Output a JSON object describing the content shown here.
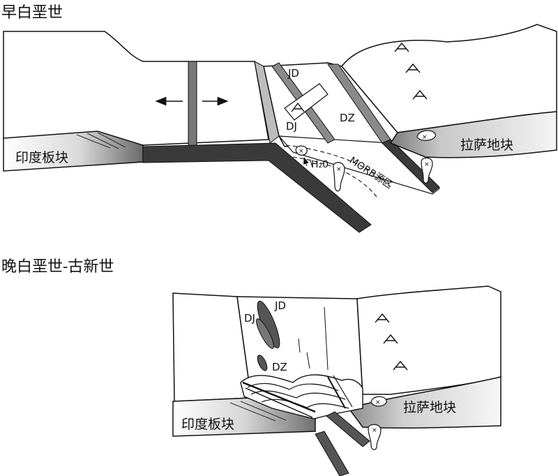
{
  "stage_early": {
    "title": "早白垩世",
    "labels": {
      "indian_plate": "印度板块",
      "lhasa_block": "拉萨地块",
      "jd": "JD",
      "dj": "DJ",
      "dz": "DZ",
      "h2o": "H₂0",
      "morb": "MORB源区"
    }
  },
  "stage_late": {
    "title": "晚白垩世-古新世",
    "labels": {
      "indian_plate": "印度板块",
      "lhasa_block": "拉萨地块",
      "jd": "JD",
      "dj": "DJ",
      "dz": "DZ"
    }
  },
  "colors": {
    "slab": "#3a3a3a",
    "dark_gray": "#5a5a5a",
    "mid_gray": "#9a9a9a",
    "light_gray": "#cfcfcf",
    "outline": "#111111"
  }
}
